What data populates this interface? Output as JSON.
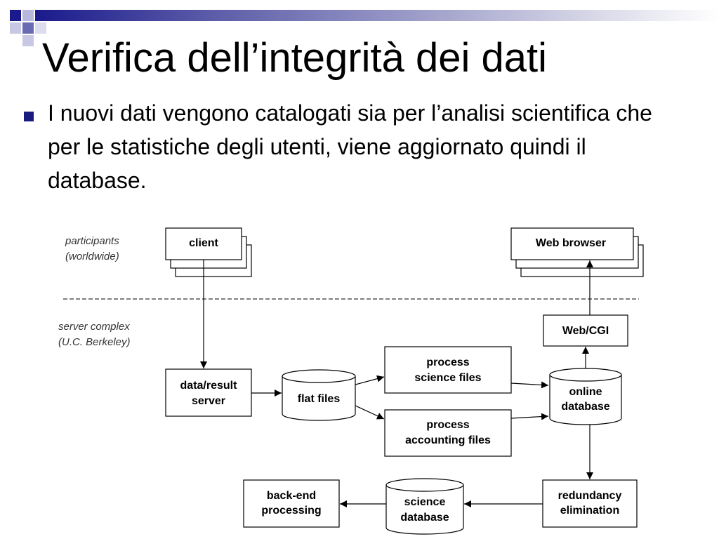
{
  "title": "Verifica dell’integrità dei dati",
  "bullet": "I nuovi dati vengono catalogati sia per l’analisi scientifica che per le statistiche degli utenti, viene aggiornato quindi il database.",
  "diagram": {
    "participants_line1": "participants",
    "participants_line2": "(worldwide)",
    "server_line1": "server complex",
    "server_line2": "(U.C. Berkeley)",
    "client": "client",
    "web_browser": "Web browser",
    "web_cgi": "Web/CGI",
    "data_result_line1": "data/result",
    "data_result_line2": "server",
    "flat_files": "flat files",
    "process_science_line1": "process",
    "process_science_line2": "science files",
    "process_accounting_line1": "process",
    "process_accounting_line2": "accounting files",
    "online_db_line1": "online",
    "online_db_line2": "database",
    "redundancy_line1": "redundancy",
    "redundancy_line2": "elimination",
    "science_db_line1": "science",
    "science_db_line2": "database",
    "backend_line1": "back-end",
    "backend_line2": "processing"
  },
  "colors": {
    "accent": "#1a1a8c",
    "bullet": "#1a1a80"
  }
}
